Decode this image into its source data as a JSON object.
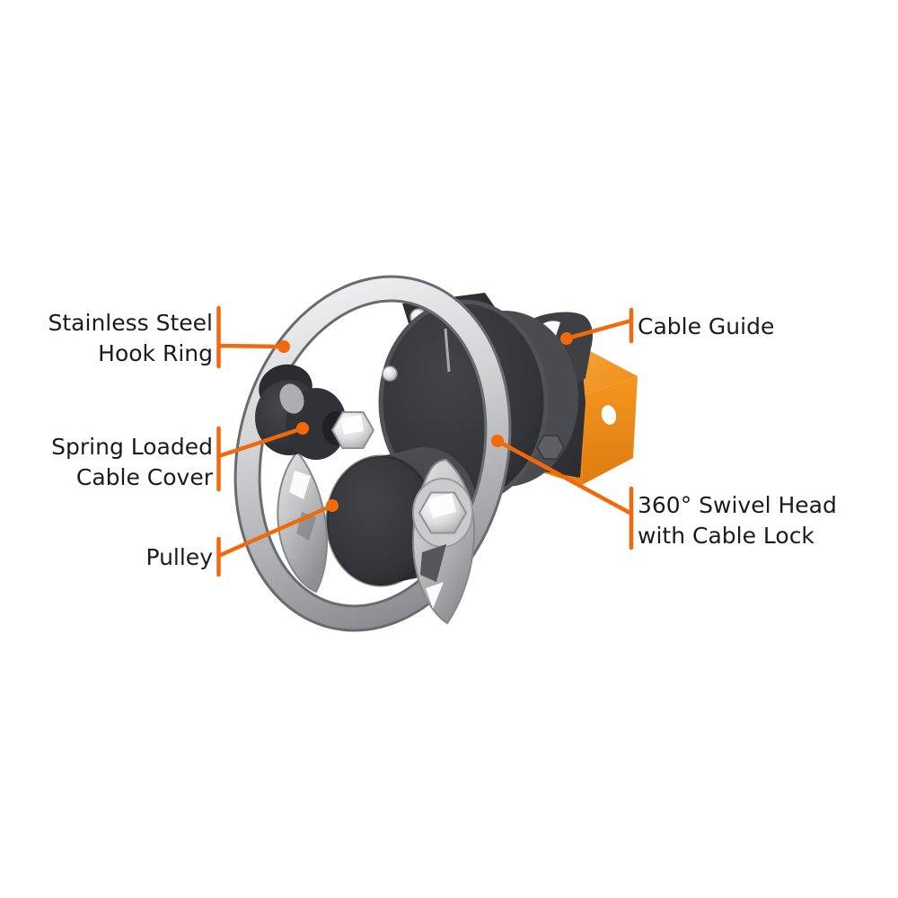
{
  "page": {
    "background_color": "#FFFFFF"
  },
  "colors": {
    "leader_orange": "#F2690B",
    "label_text": "#1B1B1B",
    "tube_orange": "#F0921F",
    "steel_silver": "#C6C8CA",
    "body_dark_gray": "#353639"
  },
  "callouts": {
    "hook_ring": {
      "lines": [
        "Stainless Steel",
        "Hook Ring"
      ]
    },
    "cable_guide": {
      "lines": [
        "Cable Guide"
      ]
    },
    "cable_cover": {
      "lines": [
        "Spring Loaded",
        "Cable Cover"
      ]
    },
    "pulley": {
      "lines": [
        "Pulley"
      ]
    },
    "swivel_head": {
      "lines": [
        "360° Swivel Head",
        "with Cable Lock"
      ]
    }
  }
}
